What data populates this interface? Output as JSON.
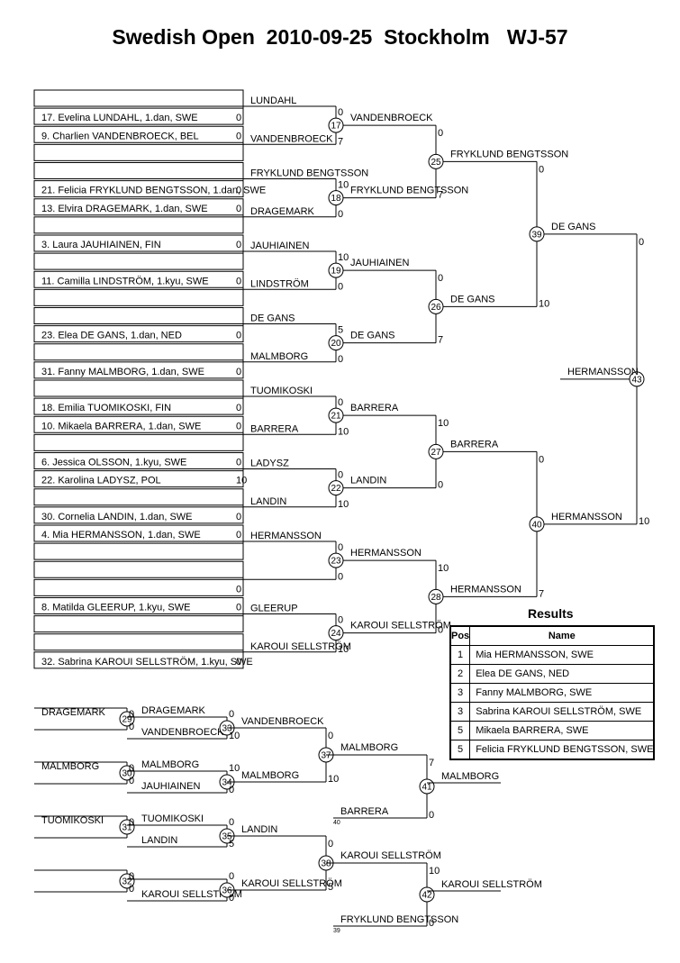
{
  "title": "Swedish Open  2010-09-25  Stockholm   WJ-57",
  "results": {
    "title": "Results",
    "headers": [
      "Pos",
      "Name"
    ],
    "rows": [
      {
        "pos": "1",
        "name": "Mia HERMANSSON, SWE"
      },
      {
        "pos": "2",
        "name": "Elea DE GANS, NED"
      },
      {
        "pos": "3",
        "name": "Fanny MALMBORG, SWE"
      },
      {
        "pos": "3",
        "name": "Sabrina KAROUI SELLSTRÖM, SWE"
      },
      {
        "pos": "5",
        "name": "Mikaela BARRERA, SWE"
      },
      {
        "pos": "5",
        "name": "Felicia FRYKLUND BENGTSSON, SWE"
      }
    ]
  },
  "entries": [
    {
      "name": "",
      "score": ""
    },
    {
      "name": "17. Evelina LUNDAHL, 1.dan, SWE",
      "score": "0"
    },
    {
      "name": "9. Charlien VANDENBROECK, BEL",
      "score": "0"
    },
    {
      "name": "",
      "score": ""
    },
    {
      "name": "",
      "score": ""
    },
    {
      "name": "21. Felicia FRYKLUND BENGTSSON, 1.dan, SWE",
      "score": "0"
    },
    {
      "name": "13. Elvira DRAGEMARK, 1.dan, SWE",
      "score": "0"
    },
    {
      "name": "",
      "score": ""
    },
    {
      "name": "3. Laura JAUHIAINEN, FIN",
      "score": "0"
    },
    {
      "name": "",
      "score": ""
    },
    {
      "name": "11. Camilla LINDSTRÖM, 1.kyu, SWE",
      "score": "0"
    },
    {
      "name": "",
      "score": ""
    },
    {
      "name": "",
      "score": ""
    },
    {
      "name": "23. Elea DE GANS, 1.dan, NED",
      "score": "0"
    },
    {
      "name": "",
      "score": ""
    },
    {
      "name": "31. Fanny MALMBORG, 1.dan, SWE",
      "score": "0"
    },
    {
      "name": "",
      "score": ""
    },
    {
      "name": "18. Emilia TUOMIKOSKI, FIN",
      "score": "0"
    },
    {
      "name": "10. Mikaela BARRERA, 1.dan, SWE",
      "score": "0"
    },
    {
      "name": "",
      "score": ""
    },
    {
      "name": "6. Jessica OLSSON, 1.kyu, SWE",
      "score": "0"
    },
    {
      "name": "22. Karolina LADYSZ, POL",
      "score": "10"
    },
    {
      "name": "",
      "score": ""
    },
    {
      "name": "30. Cornelia LANDIN, 1.dan, SWE",
      "score": "0"
    },
    {
      "name": "4. Mia HERMANSSON, 1.dan, SWE",
      "score": "0"
    },
    {
      "name": "",
      "score": ""
    },
    {
      "name": "",
      "score": ""
    },
    {
      "name": "",
      "score": "0"
    },
    {
      "name": "8. Matilda GLEERUP, 1.kyu, SWE",
      "score": "0"
    },
    {
      "name": "",
      "score": ""
    },
    {
      "name": "",
      "score": ""
    },
    {
      "name": "32. Sabrina KAROUI SELLSTRÖM, 1.kyu, SWE",
      "score": "0"
    }
  ],
  "pool_labels": [
    "LUNDAHL",
    "VANDENBROECK",
    "FRYKLUND BENGTSSON",
    "DRAGEMARK",
    "JAUHIAINEN",
    "LINDSTRÖM",
    "DE GANS",
    "MALMBORG",
    "TUOMIKOSKI",
    "BARRERA",
    "LADYSZ",
    "LANDIN",
    "HERMANSSON",
    "",
    "GLEERUP",
    "KAROUI SELLSTRÖM"
  ],
  "matches": [
    {
      "num": "17",
      "top": "0",
      "bottom": "7",
      "winner": "VANDENBROECK"
    },
    {
      "num": "18",
      "top": "10",
      "bottom": "0",
      "winner": "FRYKLUND BENGTSSON"
    },
    {
      "num": "19",
      "top": "10",
      "bottom": "0",
      "winner": "JAUHIAINEN"
    },
    {
      "num": "20",
      "top": "5",
      "bottom": "0",
      "winner": "DE GANS"
    },
    {
      "num": "21",
      "top": "0",
      "bottom": "10",
      "winner": "BARRERA"
    },
    {
      "num": "22",
      "top": "0",
      "bottom": "10",
      "winner": "LANDIN"
    },
    {
      "num": "23",
      "top": "0",
      "bottom": "0",
      "winner": "HERMANSSON"
    },
    {
      "num": "24",
      "top": "0",
      "bottom": "10",
      "winner": "KAROUI SELLSTRÖM"
    },
    {
      "num": "25",
      "top": "0",
      "bottom": "7",
      "winner": "FRYKLUND BENGTSSON"
    },
    {
      "num": "26",
      "top": "0",
      "bottom": "7",
      "winner": "DE GANS"
    },
    {
      "num": "27",
      "top": "10",
      "bottom": "0",
      "winner": "BARRERA"
    },
    {
      "num": "28",
      "top": "10",
      "bottom": "0",
      "winner": "HERMANSSON"
    },
    {
      "num": "39",
      "top": "0",
      "bottom": "10",
      "winner": "DE GANS"
    },
    {
      "num": "40",
      "top": "0",
      "bottom": "7",
      "winner": "HERMANSSON"
    },
    {
      "num": "43",
      "top": "0",
      "bottom": "10",
      "winner": "HERMANSSON"
    }
  ],
  "repechage": {
    "entries": [
      "DRAGEMARK",
      "",
      "MALMBORG",
      "",
      "TUOMIKOSKI",
      "",
      "",
      ""
    ],
    "entry_scores": [
      "0",
      "",
      "0",
      "",
      "0",
      "",
      "0",
      ""
    ],
    "matches": [
      {
        "num": "29",
        "top_name": "DRAGEMARK",
        "bottom_name": "VANDENBROECK",
        "top": "0",
        "bottom": "0",
        "top2": "0",
        "bottom2": "10",
        "winner": "VANDENBROECK",
        "next": "33"
      },
      {
        "num": "30",
        "top_name": "MALMBORG",
        "bottom_name": "JAUHIAINEN",
        "top": "0",
        "bottom": "0",
        "top2": "10",
        "bottom2": "0",
        "winner": "MALMBORG",
        "next": "34"
      },
      {
        "num": "31",
        "top_name": "TUOMIKOSKI",
        "bottom_name": "LANDIN",
        "top": "0",
        "bottom": "",
        "top2": "0",
        "bottom2": "5",
        "winner": "LANDIN",
        "next": "35"
      },
      {
        "num": "32",
        "top_name": "",
        "bottom_name": "KAROUI SELLSTRÖM",
        "top": "0",
        "bottom": "0",
        "top2": "0",
        "bottom2": "0",
        "winner": "KAROUI SELLSTRÖM",
        "next": "36"
      }
    ],
    "second": [
      {
        "num": "37",
        "top": "0",
        "bottom": "10",
        "winner": "MALMBORG",
        "loser_label": "BARRERA",
        "loser_num": "40"
      },
      {
        "num": "38",
        "top": "0",
        "bottom": "5",
        "winner": "KAROUI SELLSTRÖM",
        "loser_label": "FRYKLUND BENGTSSON",
        "loser_num": "39"
      }
    ],
    "finals": [
      {
        "num": "41",
        "top": "7",
        "bottom": "0",
        "winner": "MALMBORG"
      },
      {
        "num": "42",
        "top": "10",
        "bottom": "0",
        "winner": "KAROUI SELLSTRÖM"
      }
    ]
  }
}
